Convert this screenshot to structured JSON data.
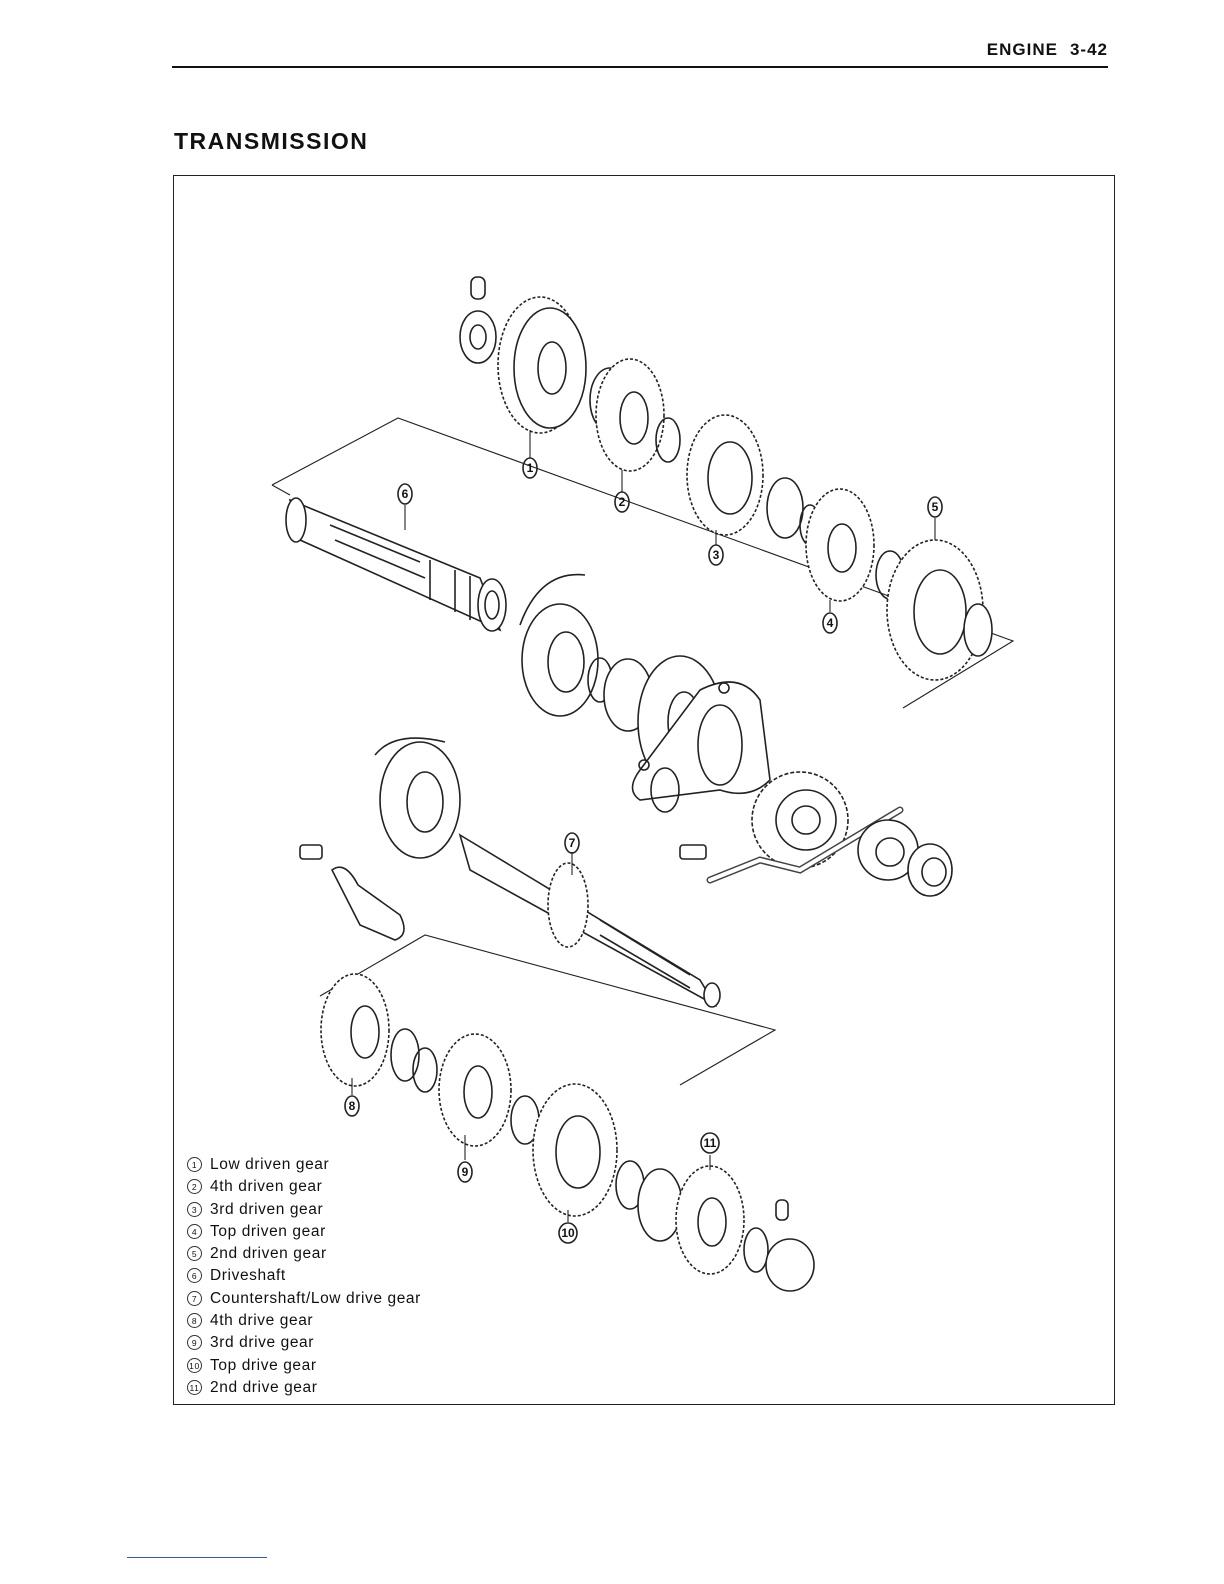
{
  "header": {
    "section": "ENGINE",
    "page": "3-42"
  },
  "title": "TRANSMISSION",
  "callouts": [
    "1",
    "2",
    "3",
    "4",
    "5",
    "6",
    "7",
    "8",
    "9",
    "10",
    "11"
  ],
  "legend": [
    {
      "num": "1",
      "label": "Low driven gear"
    },
    {
      "num": "2",
      "label": "4th driven gear"
    },
    {
      "num": "3",
      "label": "3rd driven gear"
    },
    {
      "num": "4",
      "label": "Top driven gear"
    },
    {
      "num": "5",
      "label": "2nd driven gear"
    },
    {
      "num": "6",
      "label": "Driveshaft"
    },
    {
      "num": "7",
      "label": "Countershaft/Low drive gear"
    },
    {
      "num": "8",
      "label": "4th drive gear"
    },
    {
      "num": "9",
      "label": "3rd drive gear"
    },
    {
      "num": "10",
      "label": "Top drive gear"
    },
    {
      "num": "11",
      "label": "2nd drive gear"
    }
  ]
}
